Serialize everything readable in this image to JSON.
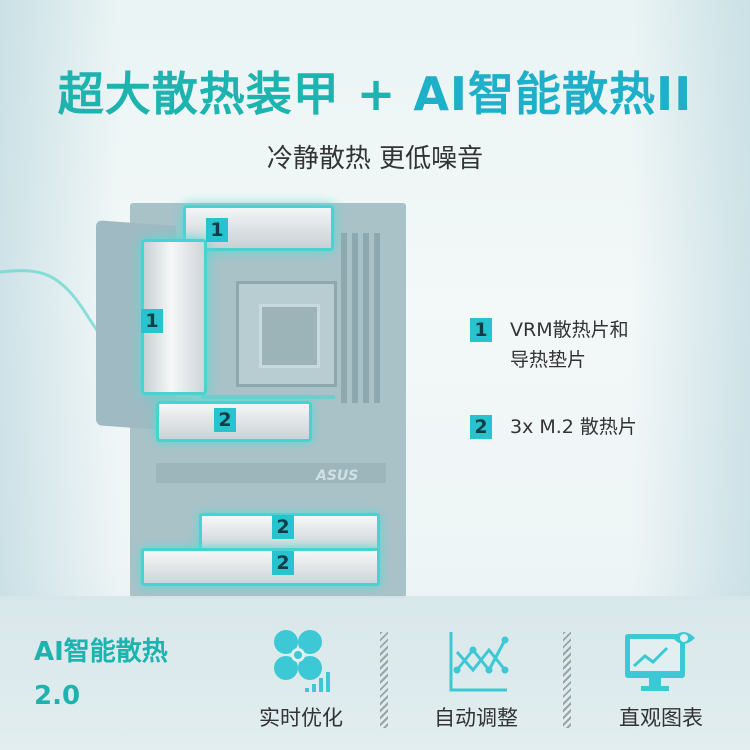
{
  "header": {
    "title_part1": "超大散热装甲 + ",
    "title_part2": "AI智能散热II",
    "subtitle": "冷静散热 更低噪音"
  },
  "motherboard": {
    "brand_mark": "ASUS",
    "callouts": [
      {
        "number": "1",
        "target": "vrm-heatsink-top"
      },
      {
        "number": "1",
        "target": "vrm-heatsink-left"
      },
      {
        "number": "2",
        "target": "m2-heatsink-1"
      },
      {
        "number": "2",
        "target": "m2-heatsink-2"
      },
      {
        "number": "2",
        "target": "m2-heatsink-3"
      }
    ]
  },
  "legend": {
    "items": [
      {
        "number": "1",
        "line1": "VRM散热片和",
        "line2": "导热垫片"
      },
      {
        "number": "2",
        "line1": "3x M.2 散热片",
        "line2": ""
      }
    ]
  },
  "ai_cooling": {
    "title": "AI智能散热",
    "version": "2.0",
    "features": [
      {
        "icon": "fan-signal-icon",
        "label": "实时优化"
      },
      {
        "icon": "line-chart-icon",
        "label": "自动调整"
      },
      {
        "icon": "monitor-eye-icon",
        "label": "直观图表"
      }
    ]
  },
  "colors": {
    "accent_teal": "#1db3ae",
    "accent_cyan": "#1eafc9",
    "badge": "#27c3cf",
    "icon": "#3cc8d4",
    "glow": "#47d3cf"
  }
}
